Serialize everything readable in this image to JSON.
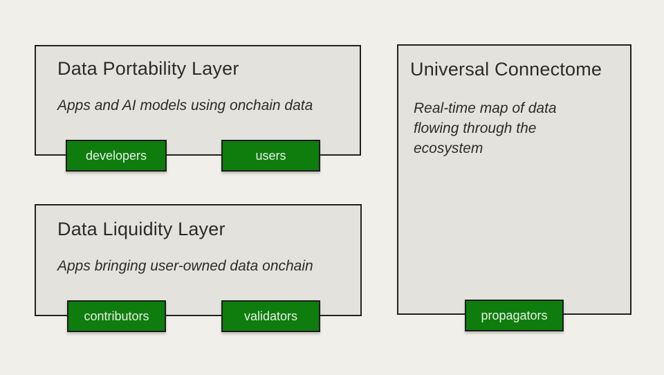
{
  "colors": {
    "page_background": "#f0efe9",
    "box_fill": "#e3e2dd",
    "box_border": "#212121",
    "badge_green": "#0e7d0e",
    "badge_border": "#1c1c1c",
    "badge_text": "#e9efe6",
    "text": "#2b2b2b"
  },
  "boxes": [
    {
      "id": "data-portability-layer",
      "title": "Data Portability Layer",
      "subtitle": "Apps and AI models using onchain data",
      "badges": [
        "developers",
        "users"
      ]
    },
    {
      "id": "data-liquidity-layer",
      "title": "Data Liquidity Layer",
      "subtitle": "Apps bringing user-owned data onchain",
      "badges": [
        "contributors",
        "validators"
      ]
    },
    {
      "id": "universal-connectome",
      "title": "Universal Connectome",
      "subtitle": "Real-time map of data flowing through the ecosystem",
      "badges": [
        "propagators"
      ]
    }
  ]
}
